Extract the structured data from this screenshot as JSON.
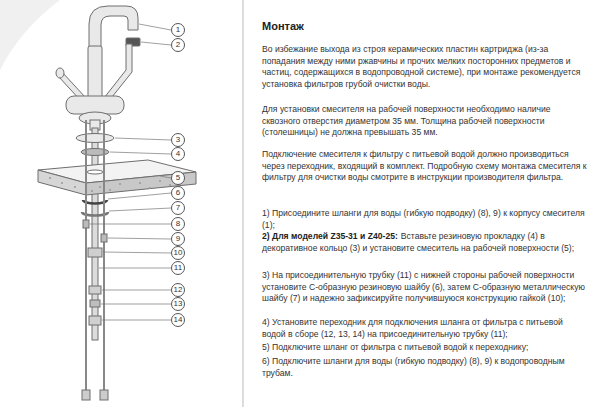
{
  "diagram": {
    "title": "Монтаж",
    "nodes": [
      {
        "text": [
          "1"
        ]
      },
      {
        "text": [
          "2"
        ]
      },
      {
        "text": [
          "3"
        ]
      },
      {
        "text": [
          "4"
        ]
      },
      {
        "text": [
          "5"
        ]
      },
      {
        "text": [
          "6"
        ]
      },
      {
        "text": [
          "7"
        ]
      },
      {
        "text": [
          "8"
        ]
      },
      {
        "text": [
          "9"
        ]
      },
      {
        "text": [
          "10"
        ]
      },
      {
        "text": [
          "11"
        ]
      },
      {
        "text": [
          "12"
        ]
      },
      {
        "text": [
          "13"
        ]
      },
      {
        "text": [
          "14"
        ]
      }
    ],
    "labels": [
      "Во избежание выхода из строя керамических пластин картриджа (из-за попадания между ними ржавчины и прочих мелких посторонних предметов и частиц, содержащихся в водопроводной системе), при монтаже рекомендуется установка фильтров грубой очистки воды.",
      "Для установки смесителя на рабочей поверхности необходимо наличие сквозного отверстия диаметром 35 мм. Толщина рабочей поверхности (столешницы) не должна превышать 35 мм.",
      "Подключение смесителя к фильтру с питьевой водой должно производиться через переходник, входящий в комплект. Подробную схему монтажа смесителя к фильтру для очистки воды смотрите в инструкции производителя фильтра.",
      "1) Присоедините шланги для воды (гибкую подводку) (8), 9) к корпусу смесителя (1);",
      "2) Для моделей Z35-31 и Z40-25:",
      "Вставьте резиновую прокладку (4) в декоративное кольцо (3) и установите смеситель на рабочей поверхности (5);",
      "3) На присоединительную трубку (11) с нижней стороны рабочей поверхности установите С-образную резиновую шайбу (6), затем С-образную металлическую шайбу (7) и надежно зафиксируйте получившуюся конструкцию гайкой (10);",
      "4) Установите переходник для подключения шланга от фильтра с питьевой водой в сборе (12, 13, 14) на присоединительную трубку (11);",
      "5) Подключите шланг от фильтра с питьевой водой к переходнику;",
      "6) Подключите шланги для воды (гибкую подводку) (8), 9) к водопроводным трубам."
    ]
  }
}
